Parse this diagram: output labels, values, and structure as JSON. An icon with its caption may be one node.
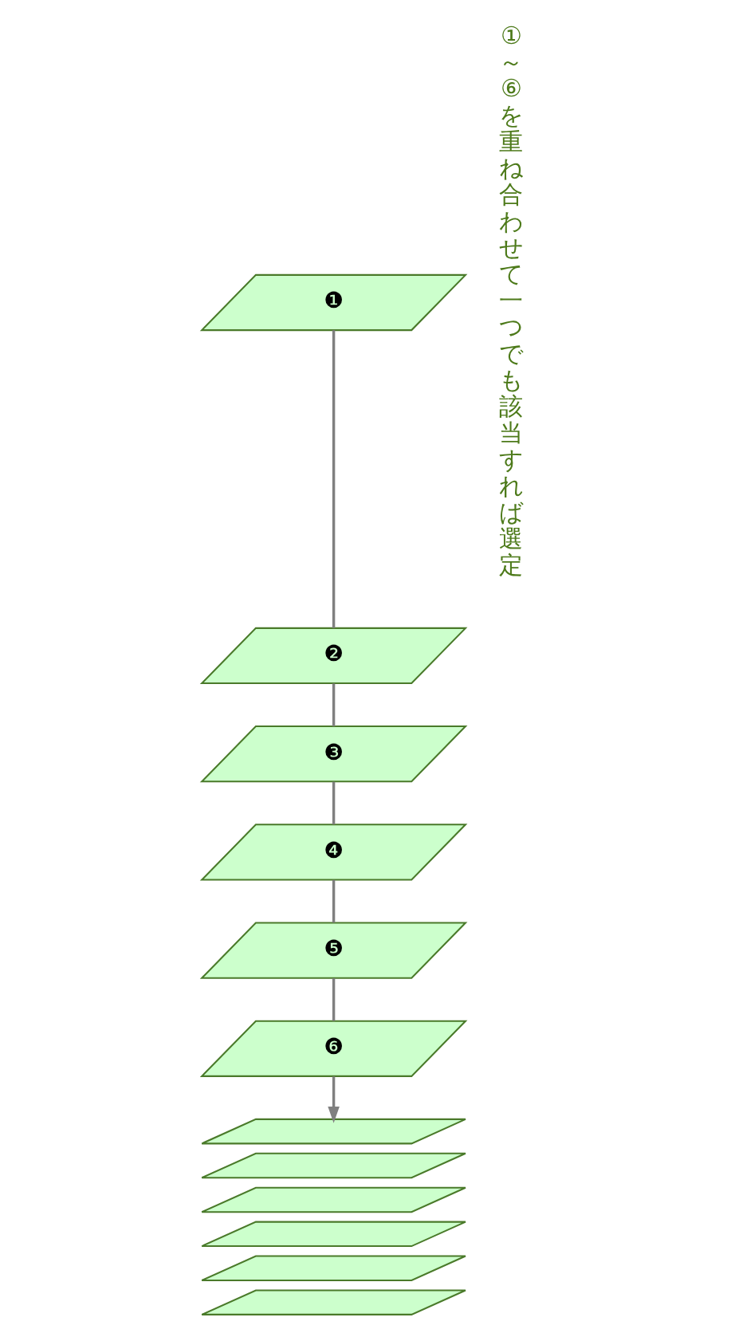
{
  "diagram": {
    "nodes": [
      {
        "text": [
          "❶"
        ]
      },
      {
        "text": [
          "❷"
        ]
      },
      {
        "text": [
          "❸"
        ]
      },
      {
        "text": [
          "❹"
        ]
      },
      {
        "text": [
          "❺"
        ]
      },
      {
        "text": [
          "❻"
        ]
      },
      {
        "text": [],
        "shape": "parallelogram"
      },
      {
        "text": [],
        "shape": "parallelogram"
      },
      {
        "text": [],
        "shape": "parallelogram"
      },
      {
        "text": [],
        "shape": "parallelogram"
      },
      {
        "text": [],
        "shape": "parallelogram"
      },
      {
        "text": [],
        "shape": "parallelogram"
      }
    ],
    "edges": [
      {
        "from": 0,
        "to": 1,
        "arrow": "none"
      },
      {
        "from": 1,
        "to": 2,
        "arrow": "none"
      },
      {
        "from": 2,
        "to": 3,
        "arrow": "none"
      },
      {
        "from": 3,
        "to": 4,
        "arrow": "none"
      },
      {
        "from": 4,
        "to": 5,
        "arrow": "none"
      },
      {
        "from": 5,
        "to": 6,
        "arrow": "to"
      }
    ],
    "labels": [
      "①～⑥を重ね合わせて一つでも該当すれば選定"
    ]
  }
}
